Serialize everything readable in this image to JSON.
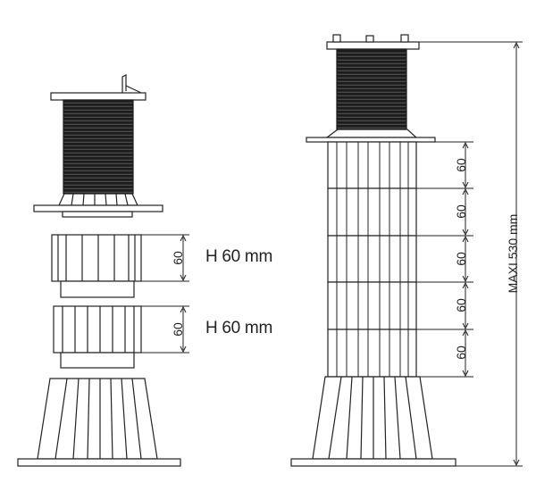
{
  "left_assembly": {
    "extension_label_1": "H 60 mm",
    "extension_label_2": "H 60 mm",
    "dim_1": "60",
    "dim_2": "60"
  },
  "right_assembly": {
    "dims": [
      "60",
      "60",
      "60",
      "60",
      "60"
    ],
    "max_label": "MAXI 530 mm"
  }
}
